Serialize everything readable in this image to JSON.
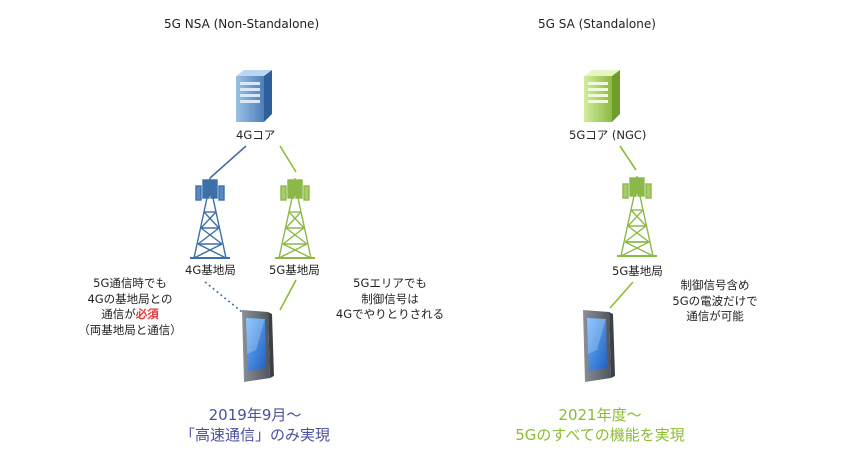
{
  "nsa": {
    "title": "5G NSA (Non-Standalone)",
    "core_label": "4Gコア",
    "station_4g_label": "4G基地局",
    "station_5g_label": "5G基地局",
    "left_note": {
      "line1": "5G通信時でも",
      "line2": "4Gの基地局との",
      "line3_prefix": "通信が",
      "line3_emphasis": "必須",
      "line4": "（両基地局と通信）"
    },
    "right_note": [
      "5Gエリアでも",
      "制御信号は",
      "4Gでやりとりされる"
    ],
    "timeline": [
      "2019年9月～",
      "「高速通信」のみ実現"
    ]
  },
  "sa": {
    "title": "5G SA (Standalone)",
    "core_label": "5Gコア (NGC)",
    "station_label": "5G基地局",
    "note": [
      "制御信号含め",
      "5Gの電波だけで",
      "通信が可能"
    ],
    "timeline": [
      "2021年度～",
      "5Gのすべての機能を実現"
    ]
  },
  "colors": {
    "blue": "#4a4f9e",
    "green": "#8cbc33",
    "blue_icon": "#3d6fa8",
    "green_icon": "#8cb84a",
    "emphasis": "#e03c3c"
  },
  "icons": [
    "server-icon",
    "cell-tower-icon",
    "smartphone-icon"
  ]
}
